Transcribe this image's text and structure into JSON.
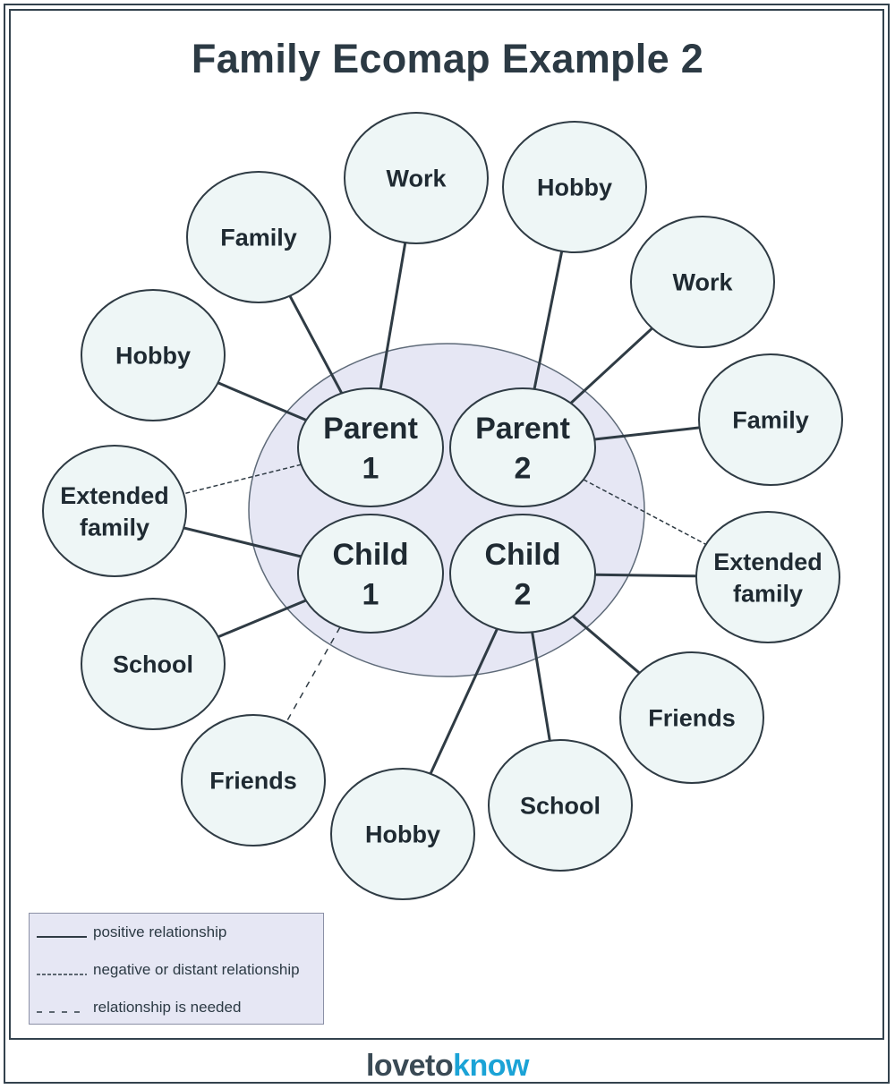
{
  "title": "Family Ecomap Example 2",
  "colors": {
    "node_fill": "#eef6f6",
    "node_stroke": "#2f3b44",
    "family_circle_fill": "#e6e7f4",
    "family_circle_stroke": "#5e6a78",
    "line": "#2f3b44",
    "brand_dark": "#3a4a55",
    "brand_accent": "#1ba3d6"
  },
  "family_members": [
    {
      "id": "parent1",
      "lines": [
        "Parent",
        "1"
      ]
    },
    {
      "id": "parent2",
      "lines": [
        "Parent",
        "2"
      ]
    },
    {
      "id": "child1",
      "lines": [
        "Child",
        "1"
      ]
    },
    {
      "id": "child2",
      "lines": [
        "Child",
        "2"
      ]
    }
  ],
  "outer_nodes": [
    {
      "id": "p1-work",
      "lines": [
        "Work"
      ]
    },
    {
      "id": "p1-family",
      "lines": [
        "Family"
      ]
    },
    {
      "id": "p1-hobby",
      "lines": [
        "Hobby"
      ]
    },
    {
      "id": "p1-extended",
      "lines": [
        "Extended",
        "family"
      ]
    },
    {
      "id": "p2-hobby",
      "lines": [
        "Hobby"
      ]
    },
    {
      "id": "p2-work",
      "lines": [
        "Work"
      ]
    },
    {
      "id": "p2-family",
      "lines": [
        "Family"
      ]
    },
    {
      "id": "p2-extended",
      "lines": [
        "Extended",
        "family"
      ]
    },
    {
      "id": "c1-school",
      "lines": [
        "School"
      ]
    },
    {
      "id": "c1-friends",
      "lines": [
        "Friends"
      ]
    },
    {
      "id": "c2-hobby",
      "lines": [
        "Hobby"
      ]
    },
    {
      "id": "c2-school",
      "lines": [
        "School"
      ]
    },
    {
      "id": "c2-friends",
      "lines": [
        "Friends"
      ]
    }
  ],
  "connections": [
    {
      "from": "parent1",
      "to": "p1-work",
      "type": "positive"
    },
    {
      "from": "parent1",
      "to": "p1-family",
      "type": "positive"
    },
    {
      "from": "parent1",
      "to": "p1-hobby",
      "type": "positive"
    },
    {
      "from": "parent1",
      "to": "p1-extended",
      "type": "negative"
    },
    {
      "from": "child1",
      "to": "p1-extended",
      "type": "positive"
    },
    {
      "from": "parent2",
      "to": "p2-hobby",
      "type": "positive"
    },
    {
      "from": "parent2",
      "to": "p2-work",
      "type": "positive"
    },
    {
      "from": "parent2",
      "to": "p2-family",
      "type": "positive"
    },
    {
      "from": "parent2",
      "to": "p2-extended",
      "type": "negative"
    },
    {
      "from": "child2",
      "to": "p2-extended",
      "type": "positive"
    },
    {
      "from": "child1",
      "to": "c1-school",
      "type": "positive"
    },
    {
      "from": "child1",
      "to": "c1-friends",
      "type": "needed"
    },
    {
      "from": "child2",
      "to": "c2-hobby",
      "type": "positive"
    },
    {
      "from": "child2",
      "to": "c2-school",
      "type": "positive"
    },
    {
      "from": "child2",
      "to": "c2-friends",
      "type": "positive"
    }
  ],
  "legend": [
    {
      "type": "positive",
      "label": "positive relationship"
    },
    {
      "type": "negative",
      "label": "negative or distant relationship"
    },
    {
      "type": "needed",
      "label": "relationship is needed"
    }
  ],
  "brand": {
    "part1": "loveto",
    "part2": "know"
  }
}
